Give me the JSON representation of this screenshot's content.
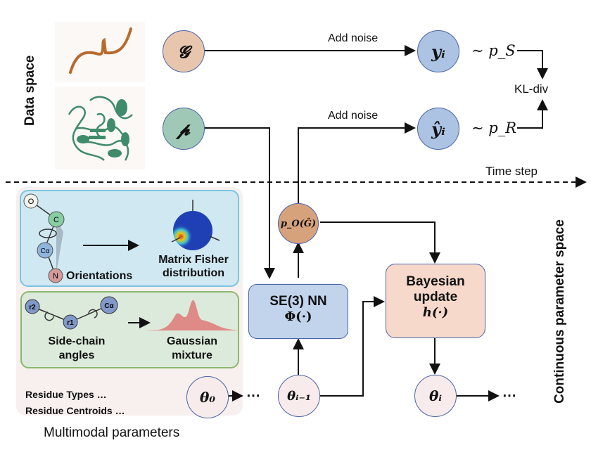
{
  "labels": {
    "data_space": "Data space",
    "continuous_parameter_space": "Continuous parameter space",
    "time_step": "Time step",
    "add_noise_top": "Add noise",
    "add_noise_bottom": "Add noise",
    "kl_div": "KL-div",
    "multimodal_parameters": "Multimodal parameters"
  },
  "nodes": {
    "g": "𝓖",
    "p": "𝓹",
    "y_i": "yᵢ",
    "y_hat_i": "ŷᵢ",
    "p_s": "∼ p_S",
    "p_r": "∼ p_R",
    "p_o": "p_O(Ĝ)",
    "theta_0": "θ₀",
    "theta_i_minus_1": "θᵢ₋₁",
    "theta_i": "θᵢ",
    "ellipsis_1": "⋯",
    "ellipsis_2": "⋯"
  },
  "se3_box": {
    "title": "SE(3) NN",
    "func": "Φ(·)"
  },
  "bayes_box": {
    "title_line1": "Bayesian",
    "title_line2": "update",
    "func": "h(·)"
  },
  "orientation_panel": {
    "atoms": [
      "O",
      "C",
      "Cα",
      "N"
    ],
    "input_label": "Orientations",
    "output_line1": "Matrix Fisher",
    "output_line2": "distribution"
  },
  "sidechain_panel": {
    "atoms": [
      "r2",
      "r1",
      "Cα"
    ],
    "input_line1": "Side-chain",
    "input_line2": "angles",
    "output_line1": "Gaussian",
    "output_line2": "mixture"
  },
  "residue_lines": [
    "Residue Types …",
    "Residue Centroids …"
  ],
  "colors": {
    "g_node": "#e8c6ae",
    "p_node": "#9fc9b6",
    "y_node": "#adc3e3",
    "po_node": "#d6a27c",
    "theta_node": "#f7eceb",
    "se3_box": "#c2d4ec",
    "bayes_box": "#f6d9cb",
    "orientation_panel": "#cfe8f2",
    "sidechain_panel": "#dceadb",
    "multimodal_bg": "#f7f0ef",
    "backbone_strand": "#b86a2c",
    "protein_ribbon": "#3f8b6a"
  }
}
